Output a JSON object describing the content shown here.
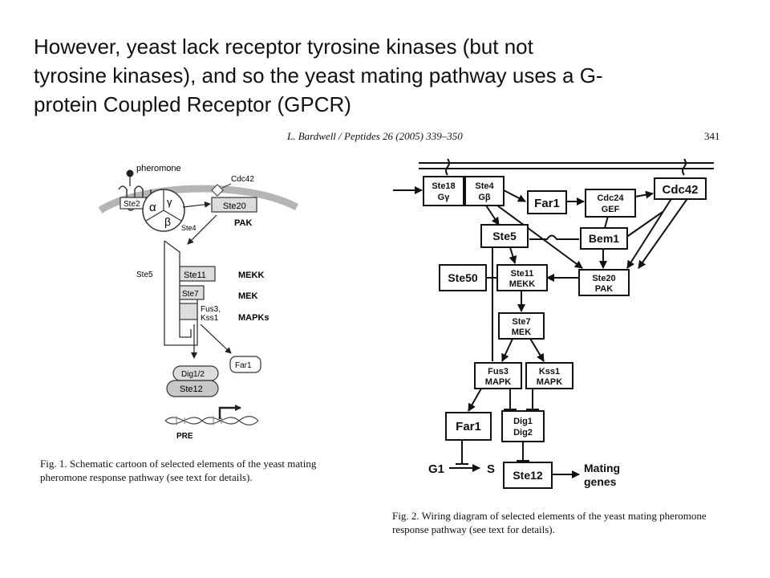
{
  "heading": {
    "line1": "However, yeast lack receptor tyrosine kinases (but not",
    "line2": "tyrosine kinases), and so the yeast mating pathway uses a G-",
    "line3": "protein Coupled Receptor (GPCR)"
  },
  "citation": "L. Bardwell / Peptides 26 (2005) 339–350",
  "page_number": "341",
  "fig1": {
    "caption_line1": "Fig.  1.  Schematic cartoon of selected elements of the yeast mating",
    "caption_line2": "pheromone response pathway (see text for details).",
    "labels": {
      "pheromone": "pheromone",
      "cdc42": "Cdc42",
      "ste2": "Ste2",
      "alpha": "α",
      "gamma": "γ",
      "beta": "β",
      "ste4": "Ste4",
      "ste20": "Ste20",
      "pak": "PAK",
      "ste5": "Ste5",
      "ste11": "Ste11",
      "ste7": "Ste7",
      "fus3": "Fus3,",
      "kss1": "Kss1",
      "mekk": "MEKK",
      "mek": "MEK",
      "mapks": "MAPKs",
      "far1": "Far1",
      "dig": "Dig1/2",
      "ste12": "Ste12",
      "pre": "PRE"
    }
  },
  "fig2": {
    "caption_line1": "Fig. 2.  Wiring diagram of selected elements of the yeast mating pheromone",
    "caption_line2": "response pathway (see text for details).",
    "nodes": {
      "ste18_a": "Ste18",
      "ste18_b": "Gγ",
      "ste4_a": "Ste4",
      "ste4_b": "Gβ",
      "far1_top": "Far1",
      "cdc24_a": "Cdc24",
      "cdc24_b": "GEF",
      "cdc42": "Cdc42",
      "ste5": "Ste5",
      "bem1": "Bem1",
      "ste50": "Ste50",
      "ste11_a": "Ste11",
      "ste11_b": "MEKK",
      "ste20_a": "Ste20",
      "ste20_b": "PAK",
      "ste7_a": "Ste7",
      "ste7_b": "MEK",
      "fus3_a": "Fus3",
      "fus3_b": "MAPK",
      "kss1_a": "Kss1",
      "kss1_b": "MAPK",
      "far1_bottom": "Far1",
      "dig_a": "Dig1",
      "dig_b": "Dig2",
      "g1": "G1",
      "s": "S",
      "ste12": "Ste12",
      "mating_a": "Mating",
      "mating_b": "genes"
    }
  }
}
